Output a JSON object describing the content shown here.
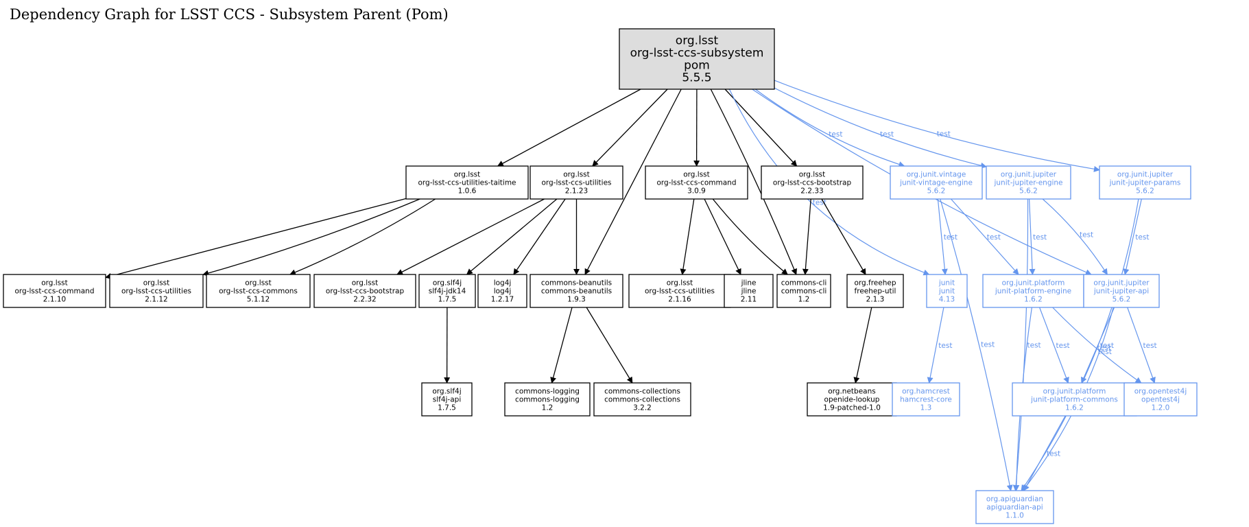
{
  "title": "Dependency Graph for LSST CCS - Subsystem Parent (Pom)",
  "colors": {
    "compile": "#000000",
    "test": "#6495ed",
    "root_fill": "#dddddd"
  },
  "root": {
    "id": "root",
    "lines": [
      "org.lsst",
      "org-lsst-ccs-subsystem",
      "pom",
      "5.5.5"
    ]
  },
  "nodes": [
    {
      "id": "utl_tai",
      "scope": "compile",
      "lines": [
        "org.lsst",
        "org-lsst-ccs-utilities-taitime",
        "1.0.6"
      ]
    },
    {
      "id": "utl",
      "scope": "compile",
      "lines": [
        "org.lsst",
        "org-lsst-ccs-utilities",
        "2.1.23"
      ]
    },
    {
      "id": "cmd",
      "scope": "compile",
      "lines": [
        "org.lsst",
        "org-lsst-ccs-command",
        "3.0.9"
      ]
    },
    {
      "id": "boot",
      "scope": "compile",
      "lines": [
        "org.lsst",
        "org-lsst-ccs-bootstrap",
        "2.2.33"
      ]
    },
    {
      "id": "vint",
      "scope": "test",
      "lines": [
        "org.junit.vintage",
        "junit-vintage-engine",
        "5.6.2"
      ]
    },
    {
      "id": "jeng",
      "scope": "test",
      "lines": [
        "org.junit.jupiter",
        "junit-jupiter-engine",
        "5.6.2"
      ]
    },
    {
      "id": "jpar",
      "scope": "test",
      "lines": [
        "org.junit.jupiter",
        "junit-jupiter-params",
        "5.6.2"
      ]
    },
    {
      "id": "cmd2110",
      "scope": "compile",
      "lines": [
        "org.lsst",
        "org-lsst-ccs-command",
        "2.1.10"
      ]
    },
    {
      "id": "utl2112",
      "scope": "compile",
      "lines": [
        "org.lsst",
        "org-lsst-ccs-utilities",
        "2.1.12"
      ]
    },
    {
      "id": "comm",
      "scope": "compile",
      "lines": [
        "org.lsst",
        "org-lsst-ccs-commons",
        "5.1.12"
      ]
    },
    {
      "id": "boot2232",
      "scope": "compile",
      "lines": [
        "org.lsst",
        "org-lsst-ccs-bootstrap",
        "2.2.32"
      ]
    },
    {
      "id": "slfjdk",
      "scope": "compile",
      "lines": [
        "org.slf4j",
        "slf4j-jdk14",
        "1.7.5"
      ]
    },
    {
      "id": "log4j",
      "scope": "compile",
      "lines": [
        "log4j",
        "log4j",
        "1.2.17"
      ]
    },
    {
      "id": "beanu",
      "scope": "compile",
      "lines": [
        "commons-beanutils",
        "commons-beanutils",
        "1.9.3"
      ]
    },
    {
      "id": "utl2116",
      "scope": "compile",
      "lines": [
        "org.lsst",
        "org-lsst-ccs-utilities",
        "2.1.16"
      ]
    },
    {
      "id": "jline",
      "scope": "compile",
      "lines": [
        "jline",
        "jline",
        "2.11"
      ]
    },
    {
      "id": "cli",
      "scope": "compile",
      "lines": [
        "commons-cli",
        "commons-cli",
        "1.2"
      ]
    },
    {
      "id": "fhep",
      "scope": "compile",
      "lines": [
        "org.freehep",
        "freehep-util",
        "2.1.3"
      ]
    },
    {
      "id": "junit",
      "scope": "test",
      "lines": [
        "junit",
        "junit",
        "4.13"
      ]
    },
    {
      "id": "peng",
      "scope": "test",
      "lines": [
        "org.junit.platform",
        "junit-platform-engine",
        "1.6.2"
      ]
    },
    {
      "id": "japi",
      "scope": "test",
      "lines": [
        "org.junit.jupiter",
        "junit-jupiter-api",
        "5.6.2"
      ]
    },
    {
      "id": "slfapi",
      "scope": "compile",
      "lines": [
        "org.slf4j",
        "slf4j-api",
        "1.7.5"
      ]
    },
    {
      "id": "clog",
      "scope": "compile",
      "lines": [
        "commons-logging",
        "commons-logging",
        "1.2"
      ]
    },
    {
      "id": "ccoll",
      "scope": "compile",
      "lines": [
        "commons-collections",
        "commons-collections",
        "3.2.2"
      ]
    },
    {
      "id": "nblook",
      "scope": "compile",
      "lines": [
        "org.netbeans",
        "openide-lookup",
        "1.9-patched-1.0"
      ]
    },
    {
      "id": "hamc",
      "scope": "test",
      "lines": [
        "org.hamcrest",
        "hamcrest-core",
        "1.3"
      ]
    },
    {
      "id": "pcomm",
      "scope": "test",
      "lines": [
        "org.junit.platform",
        "junit-platform-commons",
        "1.6.2"
      ]
    },
    {
      "id": "ot4j",
      "scope": "test",
      "lines": [
        "org.opentest4j",
        "opentest4j",
        "1.2.0"
      ]
    },
    {
      "id": "apig",
      "scope": "test",
      "lines": [
        "org.apiguardian",
        "apiguardian-api",
        "1.1.0"
      ]
    }
  ],
  "edges": [
    {
      "from": "root",
      "to": "utl_tai",
      "scope": "compile"
    },
    {
      "from": "root",
      "to": "utl",
      "scope": "compile"
    },
    {
      "from": "root",
      "to": "beanu",
      "scope": "compile"
    },
    {
      "from": "root",
      "to": "cmd",
      "scope": "compile"
    },
    {
      "from": "root",
      "to": "cli",
      "scope": "compile"
    },
    {
      "from": "root",
      "to": "boot",
      "scope": "compile"
    },
    {
      "from": "root",
      "to": "junit",
      "scope": "test",
      "label": "test"
    },
    {
      "from": "root",
      "to": "vint",
      "scope": "test",
      "label": "test"
    },
    {
      "from": "root",
      "to": "jeng",
      "scope": "test",
      "label": "test"
    },
    {
      "from": "root",
      "to": "japi",
      "scope": "test",
      "label": "test"
    },
    {
      "from": "root",
      "to": "jpar",
      "scope": "test",
      "label": "test"
    },
    {
      "from": "utl_tai",
      "to": "cmd2110",
      "scope": "compile"
    },
    {
      "from": "utl_tai",
      "to": "utl2112",
      "scope": "compile"
    },
    {
      "from": "utl_tai",
      "to": "comm",
      "scope": "compile"
    },
    {
      "from": "utl",
      "to": "boot2232",
      "scope": "compile"
    },
    {
      "from": "utl",
      "to": "slfjdk",
      "scope": "compile"
    },
    {
      "from": "utl",
      "to": "log4j",
      "scope": "compile"
    },
    {
      "from": "utl",
      "to": "beanu",
      "scope": "compile"
    },
    {
      "from": "cmd",
      "to": "utl2116",
      "scope": "compile"
    },
    {
      "from": "cmd",
      "to": "jline",
      "scope": "compile"
    },
    {
      "from": "cmd",
      "to": "cli",
      "scope": "compile"
    },
    {
      "from": "boot",
      "to": "cli",
      "scope": "compile"
    },
    {
      "from": "boot",
      "to": "fhep",
      "scope": "compile"
    },
    {
      "from": "vint",
      "to": "junit",
      "scope": "test",
      "label": "test"
    },
    {
      "from": "vint",
      "to": "peng",
      "scope": "test",
      "label": "test"
    },
    {
      "from": "vint",
      "to": "apig",
      "scope": "test",
      "label": "test"
    },
    {
      "from": "jeng",
      "to": "peng",
      "scope": "test",
      "label": "test"
    },
    {
      "from": "jeng",
      "to": "japi",
      "scope": "test",
      "label": "test"
    },
    {
      "from": "jeng",
      "to": "apig",
      "scope": "test",
      "label": "test"
    },
    {
      "from": "jpar",
      "to": "japi",
      "scope": "test",
      "label": "test"
    },
    {
      "from": "jpar",
      "to": "apig",
      "scope": "test",
      "label": "test"
    },
    {
      "from": "slfjdk",
      "to": "slfapi",
      "scope": "compile"
    },
    {
      "from": "beanu",
      "to": "clog",
      "scope": "compile"
    },
    {
      "from": "beanu",
      "to": "ccoll",
      "scope": "compile"
    },
    {
      "from": "fhep",
      "to": "nblook",
      "scope": "compile"
    },
    {
      "from": "junit",
      "to": "hamc",
      "scope": "test",
      "label": "test"
    },
    {
      "from": "peng",
      "to": "pcomm",
      "scope": "test",
      "label": "test"
    },
    {
      "from": "peng",
      "to": "ot4j",
      "scope": "test",
      "label": "test"
    },
    {
      "from": "peng",
      "to": "apig",
      "scope": "test",
      "label": "test"
    },
    {
      "from": "japi",
      "to": "pcomm",
      "scope": "test",
      "label": "test"
    },
    {
      "from": "japi",
      "to": "ot4j",
      "scope": "test",
      "label": "test"
    },
    {
      "from": "japi",
      "to": "apig",
      "scope": "test",
      "label": "test"
    },
    {
      "from": "pcomm",
      "to": "apig",
      "scope": "test",
      "label": "test"
    }
  ]
}
